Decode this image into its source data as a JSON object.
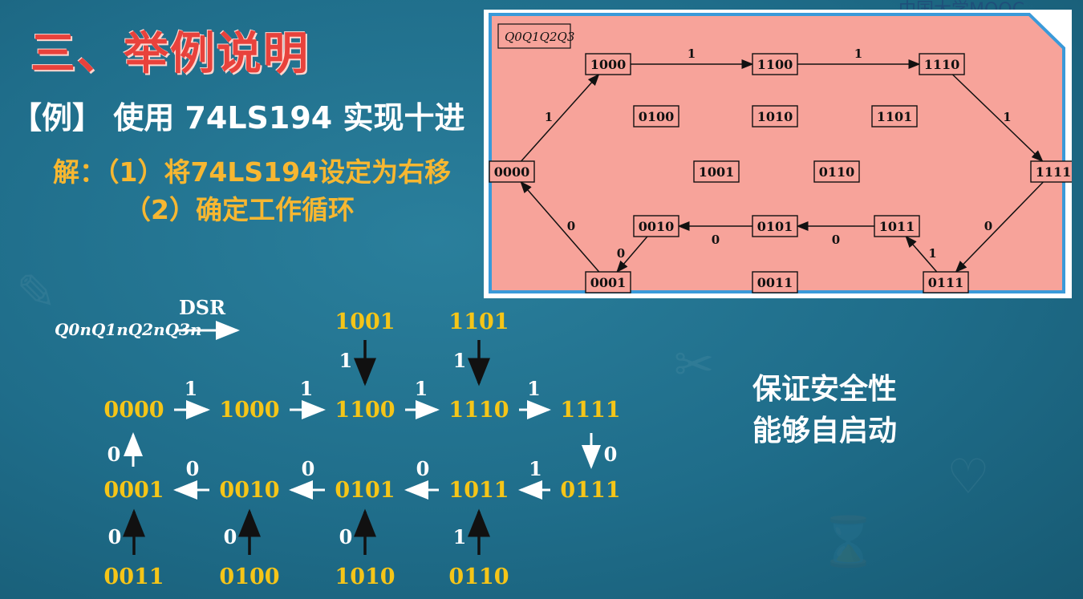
{
  "slide": {
    "heading": "三、举例说明",
    "example": "【例】 使用 74LS194 实现十进",
    "step1": "解：（1）将74LS194设定为右移",
    "step2": "（2）确定工作循环",
    "note_line1": "保证安全性",
    "note_line2": "能够自启动",
    "watermark": "中国大学MOOC"
  },
  "state_diagram": {
    "header": "Q0Q1Q2Q3",
    "states": [
      "0000",
      "1000",
      "1100",
      "1110",
      "1111",
      "0111",
      "1011",
      "0101",
      "0010",
      "0001",
      "0100",
      "1010",
      "1101",
      "1001",
      "0110",
      "0011"
    ],
    "transitions": [
      {
        "from": "0000",
        "to": "1000",
        "input": "1"
      },
      {
        "from": "1000",
        "to": "1100",
        "input": "1"
      },
      {
        "from": "1100",
        "to": "1110",
        "input": "1"
      },
      {
        "from": "1110",
        "to": "1111",
        "input": "1"
      },
      {
        "from": "1111",
        "to": "0111",
        "input": "0"
      },
      {
        "from": "0111",
        "to": "1011",
        "input": "1"
      },
      {
        "from": "1011",
        "to": "0101",
        "input": "0"
      },
      {
        "from": "0101",
        "to": "0010",
        "input": "0"
      },
      {
        "from": "0010",
        "to": "0001",
        "input": "0"
      },
      {
        "from": "0001",
        "to": "0000",
        "input": "0"
      }
    ]
  },
  "sequence": {
    "register_label": "Q0nQ1nQ2nQ3n",
    "dsr_label": "DSR",
    "top_row": [
      "0000",
      "1000",
      "1100",
      "1110",
      "1111"
    ],
    "top_inputs": [
      "1",
      "1",
      "1",
      "1"
    ],
    "mid_row": [
      "0001",
      "0010",
      "0101",
      "1011",
      "0111"
    ],
    "mid_inputs": [
      "0",
      "0",
      "0",
      "1"
    ],
    "right_input": "0",
    "left_input": "0",
    "feeds_top": [
      {
        "state": "1001",
        "input": "1"
      },
      {
        "state": "1101",
        "input": "1"
      }
    ],
    "feeds_bottom": [
      {
        "state": "0011",
        "input": "0"
      },
      {
        "state": "0100",
        "input": "0"
      },
      {
        "state": "1010",
        "input": "0"
      },
      {
        "state": "0110",
        "input": "1"
      }
    ]
  }
}
